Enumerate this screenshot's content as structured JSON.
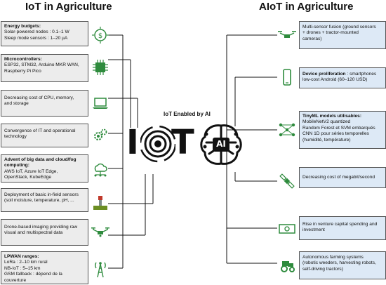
{
  "titles": {
    "left": "IoT in Agriculture",
    "right": "AIoT in Agriculture",
    "center": "IoT Enabled by AI"
  },
  "logo": {
    "iot_text": "IoT",
    "ai_text": "AI"
  },
  "left": [
    {
      "title": "Energy budgets",
      "text": "Solar-powered nodes : 0.1–1 W\nSleep mode sensors : 1–20 µA",
      "icon": "solar-energy-icon"
    },
    {
      "title": "Microcontrollers",
      "text": "ESP32, STM32, Arduino MKR WAN,\nRaspberry Pi Pico",
      "icon": "microchip-icon"
    },
    {
      "title": "",
      "text": "Decreasing cost of CPU, memory,\nand storage",
      "icon": "laptop-icon"
    },
    {
      "title": "",
      "text": "Convergence of IT and operational\ntechnology",
      "icon": "gears-icon"
    },
    {
      "title": "Advent of big data and cloud/fog computing",
      "text": "AWS IoT, Azure IoT Edge,\nOpenStack, KubeEdge",
      "icon": "cloud-network-icon"
    },
    {
      "title": "",
      "text": "Deployment of basic in-field sensors\n(soil moisture, temperature, pH, ...",
      "icon": "field-sensor-icon"
    },
    {
      "title": "",
      "text": "Drone-based imaging providing raw\nvisual and multispectral data",
      "icon": "drone-icon"
    },
    {
      "title": "LPWAN ranges",
      "text": "LoRa : 2–10 km rural\nNB-IoT : 5–15 km\nGSM fallback : dépend de la\ncouverture",
      "icon": "radio-tower-icon"
    }
  ],
  "right": [
    {
      "title": "",
      "text": "Multi-sensor fusion (ground sensors\n+ drones + tractor-mounted\ncameras)",
      "icon": "drone-icon"
    },
    {
      "title": "Device proliferation",
      "text": ": smartphones\nlow-cost Android (60–120 USD)",
      "icon": "smartphone-icon"
    },
    {
      "title": "TinyML models utilisables",
      "text": "MobileNetV2 quantized\nRandom Forest et SVM embarqués\nCNN 1D pour séries temporelles\n(humidité, température)",
      "icon": "neural-network-icon"
    },
    {
      "title": "",
      "text": "Decreasing cost of megabit/second",
      "icon": "satellite-icon"
    },
    {
      "title": "",
      "text": "Rise in venture capital spending and\ninvestment",
      "icon": "money-icon"
    },
    {
      "title": "",
      "text": "Autonomous farming systems\n(robotic weeders, harvesting robots,\nself-driving tractors)",
      "icon": "tractor-icon"
    }
  ],
  "colors": {
    "green": "#2e8b3d",
    "box_gray": "#ececec",
    "box_blue": "#dde9f6"
  }
}
